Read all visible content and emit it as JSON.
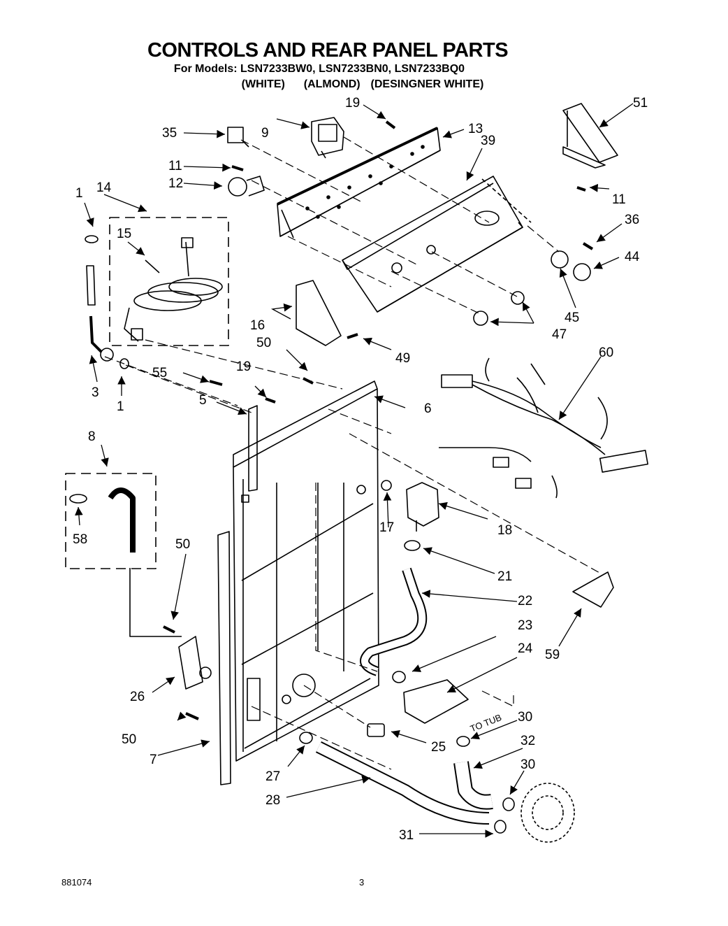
{
  "header": {
    "title": "CONTROLS AND REAR PANEL PARTS",
    "models_line": "For Models: LSN7233BW0, LSN7233BN0, LSN7233BQ0",
    "colors": [
      "(WHITE)",
      "(ALMOND)",
      "(DESINGNER WHITE)"
    ]
  },
  "callouts": {
    "c1a": "1",
    "c1b": "1",
    "c3": "3",
    "c5": "5",
    "c6": "6",
    "c7": "7",
    "c8": "8",
    "c9": "9",
    "c11a": "11",
    "c11b": "11",
    "c12": "12",
    "c13": "13",
    "c14": "14",
    "c15": "15",
    "c16": "16",
    "c17": "17",
    "c18": "18",
    "c19a": "19",
    "c19b": "19",
    "c21": "21",
    "c22": "22",
    "c23": "23",
    "c24": "24",
    "c25": "25",
    "c26": "26",
    "c27": "27",
    "c28": "28",
    "c30a": "30",
    "c30b": "30",
    "c31": "31",
    "c32": "32",
    "c35": "35",
    "c36": "36",
    "c39": "39",
    "c44": "44",
    "c45": "45",
    "c47": "47",
    "c49": "49",
    "c50a": "50",
    "c50b": "50",
    "c50c": "50",
    "c51": "51",
    "c55": "55",
    "c58": "58",
    "c59": "59",
    "c60": "60"
  },
  "annotations": {
    "to_tub": "TO TUB"
  },
  "footer": {
    "doc_number": "881074",
    "page_number": "3"
  }
}
